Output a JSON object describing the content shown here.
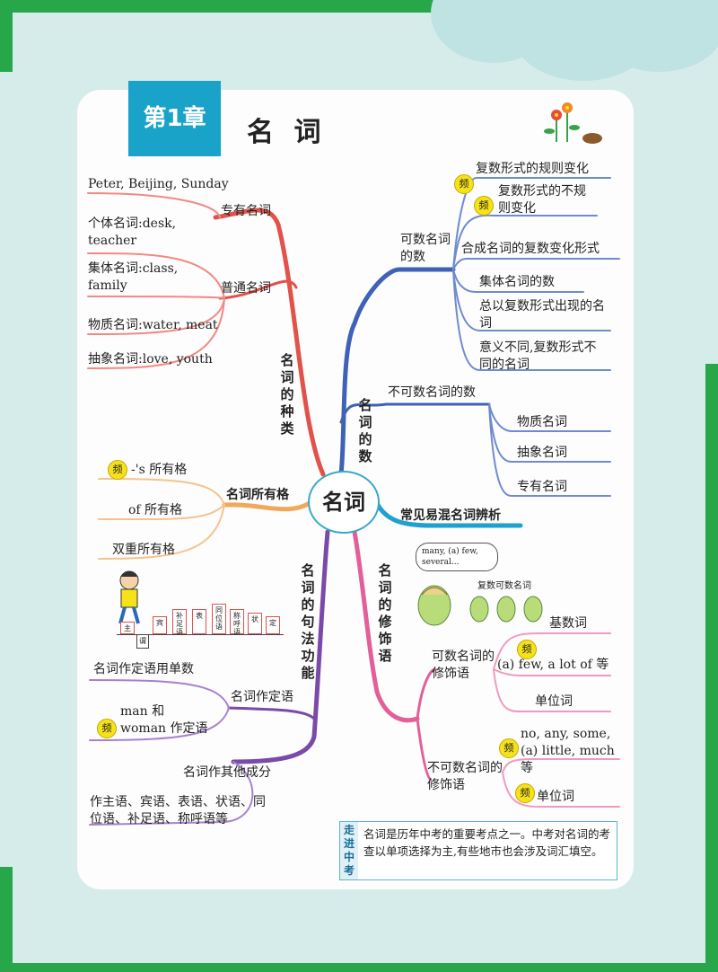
{
  "chapter": "第1章",
  "title": "名 词",
  "center": "名词",
  "freq_label": "频",
  "branches": {
    "kinds": {
      "label": "名词的种类",
      "proper": {
        "label": "专有名词",
        "example": "Peter, Beijing, Sunday"
      },
      "common": {
        "label": "普通名词",
        "individual": "个体名词:desk, teacher",
        "collective": "集体名词:class, family",
        "material": "物质名词:water, meat",
        "abstract": "抽象名词:love, youth"
      }
    },
    "number": {
      "label": "名词的数",
      "countable": {
        "label": "可数名词的数",
        "items": [
          "复数形式的规则变化",
          "复数形式的不规则变化",
          "合成名词的复数变化形式",
          "集体名词的数",
          "总以复数形式出现的名词",
          "意义不同,复数形式不同的名词"
        ]
      },
      "uncountable": {
        "label": "不可数名词的数",
        "items": [
          "物质名词",
          "抽象名词",
          "专有名词"
        ]
      }
    },
    "confusing": {
      "label": "常见易混名词辨析"
    },
    "possessive": {
      "label": "名词所有格",
      "items": [
        "-'s 所有格",
        "of 所有格",
        "双重所有格"
      ]
    },
    "syntax": {
      "label": "名词的句法功能",
      "attributive": {
        "label": "名词作定语",
        "items": [
          "名词作定语用单数",
          "man 和 woman 作定语"
        ]
      },
      "other": {
        "label": "名词作其他成分",
        "detail": "作主语、宾语、表语、状语、同位语、补足语、称呼语等"
      },
      "cartoon_bars": [
        "主",
        "宾",
        "补足语",
        "表",
        "同位语",
        "称呼语",
        "状",
        "定"
      ],
      "cartoon_under": "谓"
    },
    "modifiers": {
      "label": "名词的修饰语",
      "bubble": "many, (a) few, several...",
      "cartoon_caption": "复数可数名词",
      "countable": {
        "label": "可数名词的修饰语",
        "items": [
          "基数词",
          "(a) few, a lot of 等",
          "单位词"
        ]
      },
      "uncountable": {
        "label": "不可数名词的修饰语",
        "items": [
          "no, any, some,(a) little, much 等",
          "单位词"
        ]
      }
    }
  },
  "note": {
    "label": "走进中考",
    "text": "名词是历年中考的重要考点之一。中考对名词的考查以单项选择为主,有些地市也会涉及词汇填空。"
  },
  "colors": {
    "frame": "#27a74a",
    "background": "#d6ecea",
    "chapter_tab": "#1aa3c9",
    "kinds_branch": "#e2524a",
    "number_branch": "#3f62b8",
    "confusing_branch": "#1fa0cf",
    "possessive_branch": "#f2a85a",
    "syntax_branch": "#7a4aa8",
    "modifiers_branch": "#e2609a",
    "freq_badge": "#f6e21a"
  }
}
